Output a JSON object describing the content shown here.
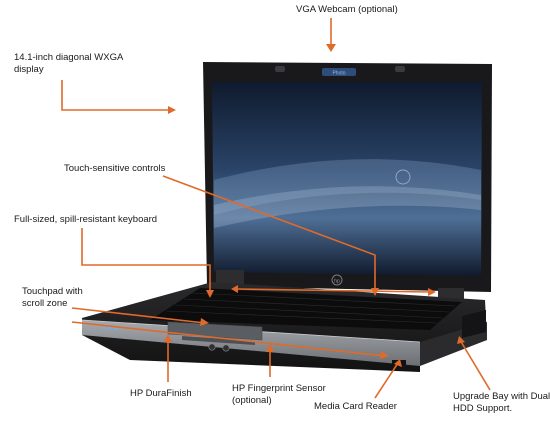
{
  "colors": {
    "callout_line": "#e06a2a",
    "laptop_body": "#1c1c1e",
    "palmrest": "#8a8d91",
    "screen": "#1d2e4a",
    "background": "#ffffff"
  },
  "callouts": {
    "webcam": {
      "lines": [
        "VGA Webcam (optional)"
      ]
    },
    "display": {
      "lines": [
        "14.1-inch diagonal WXGA",
        "display"
      ]
    },
    "touch_controls": {
      "lines": [
        "Touch-sensitive controls"
      ]
    },
    "keyboard": {
      "lines": [
        "Full-sized, spill-resistant keyboard"
      ]
    },
    "touchpad": {
      "lines": [
        "Touchpad with",
        "scroll zone"
      ]
    },
    "durafinish": {
      "lines": [
        "HP DuraFinish"
      ]
    },
    "fingerprint": {
      "lines": [
        "HP Fingerprint Sensor",
        "(optional)"
      ]
    },
    "media_card": {
      "lines": [
        "Media Card Reader"
      ]
    },
    "upgrade_bay": {
      "lines": [
        "Upgrade Bay with Dual",
        "HDD Support."
      ]
    }
  },
  "laptop": {
    "logo_text": "hp",
    "bezel_badge": "Photo"
  }
}
